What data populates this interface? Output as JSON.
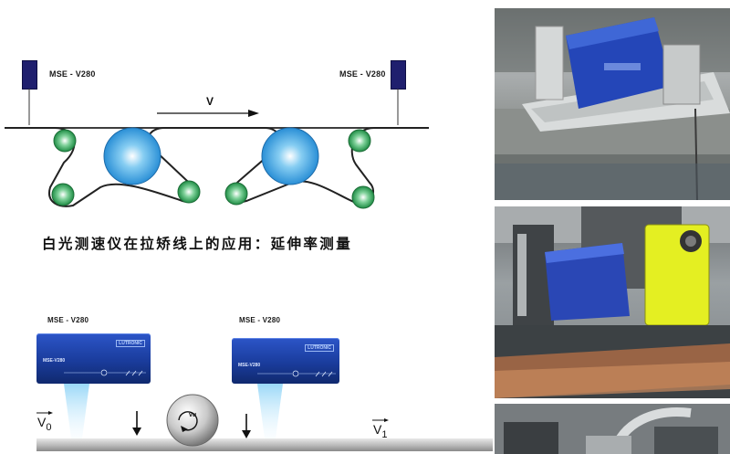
{
  "top_diagram": {
    "sensor_left_label": "MSE - V280",
    "sensor_right_label": "MSE - V280",
    "velocity_label": "V",
    "caption": "白光测速仪在拉矫线上的应用：延伸率测量"
  },
  "bottom_diagram": {
    "sensor_left_label": "MSE - V280",
    "sensor_right_label": "MSE - V280",
    "sensor_brand": "MSE-V280",
    "sensor_logo": "LUTRONIC",
    "roller_label": "vu",
    "v0_main": "V",
    "v0_sub": "0",
    "v1_main": "V",
    "v1_sub": "1"
  },
  "colors": {
    "sensor_dark": "#1f1f6e",
    "roller_green": "#1f9a4a",
    "roller_blue": "#3aa7e4",
    "sensor_blue": "#1a3c9c",
    "beam_blue": "#8fd3f5"
  }
}
